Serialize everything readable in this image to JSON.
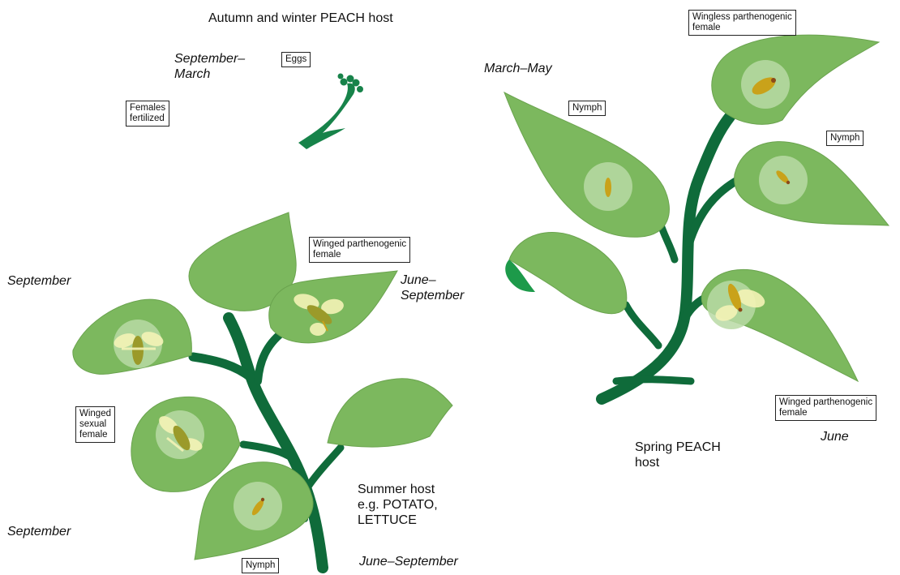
{
  "colors": {
    "leaf": "#7cb85e",
    "leaf_edge": "#6aa34e",
    "stem": "#0f6b3a",
    "egg_twig": "#17834a",
    "halo": "#b9d9a4",
    "aphid": "#c9a21a",
    "wing": "#f4f3b6"
  },
  "icons": {
    "aphid": "aphid-icon",
    "winged_aphid": "winged-aphid-icon",
    "eggs": "egg-twig-icon"
  },
  "headings": {
    "autumn_winter_host": "Autumn and winter PEACH host",
    "spring_host_line1": "Spring PEACH",
    "spring_host_line2": "host",
    "summer_host_line1": "Summer host",
    "summer_host_line2": "e.g. POTATO,",
    "summer_host_line3": "LETTUCE"
  },
  "periods": {
    "sep_mar_line1": "September–",
    "sep_mar_line2": "March",
    "mar_may": "March–May",
    "september_upper": "September",
    "june_sep_mid_line1": "June–",
    "june_sep_mid_line2": "September",
    "september_lower": "September",
    "june_sep_bottom": "June–September",
    "june": "June"
  },
  "stages": {
    "eggs": "Eggs",
    "females_fertilized_line1": "Females",
    "females_fertilized_line2": "fertilized",
    "nymph_spring_left": "Nymph",
    "wingless_female_line1": "Wingless parthenogenic",
    "wingless_female_line2": "female",
    "nymph_spring_right": "Nymph",
    "winged_female_spring_line1": "Winged parthenogenic",
    "winged_female_spring_line2": "female",
    "winged_female_summer_line1": "Winged parthenogenic",
    "winged_female_summer_line2": "female",
    "winged_sexual_line1": "Winged",
    "winged_sexual_line2": "sexual",
    "winged_sexual_line3": "female",
    "nymph_summer": "Nymph"
  }
}
